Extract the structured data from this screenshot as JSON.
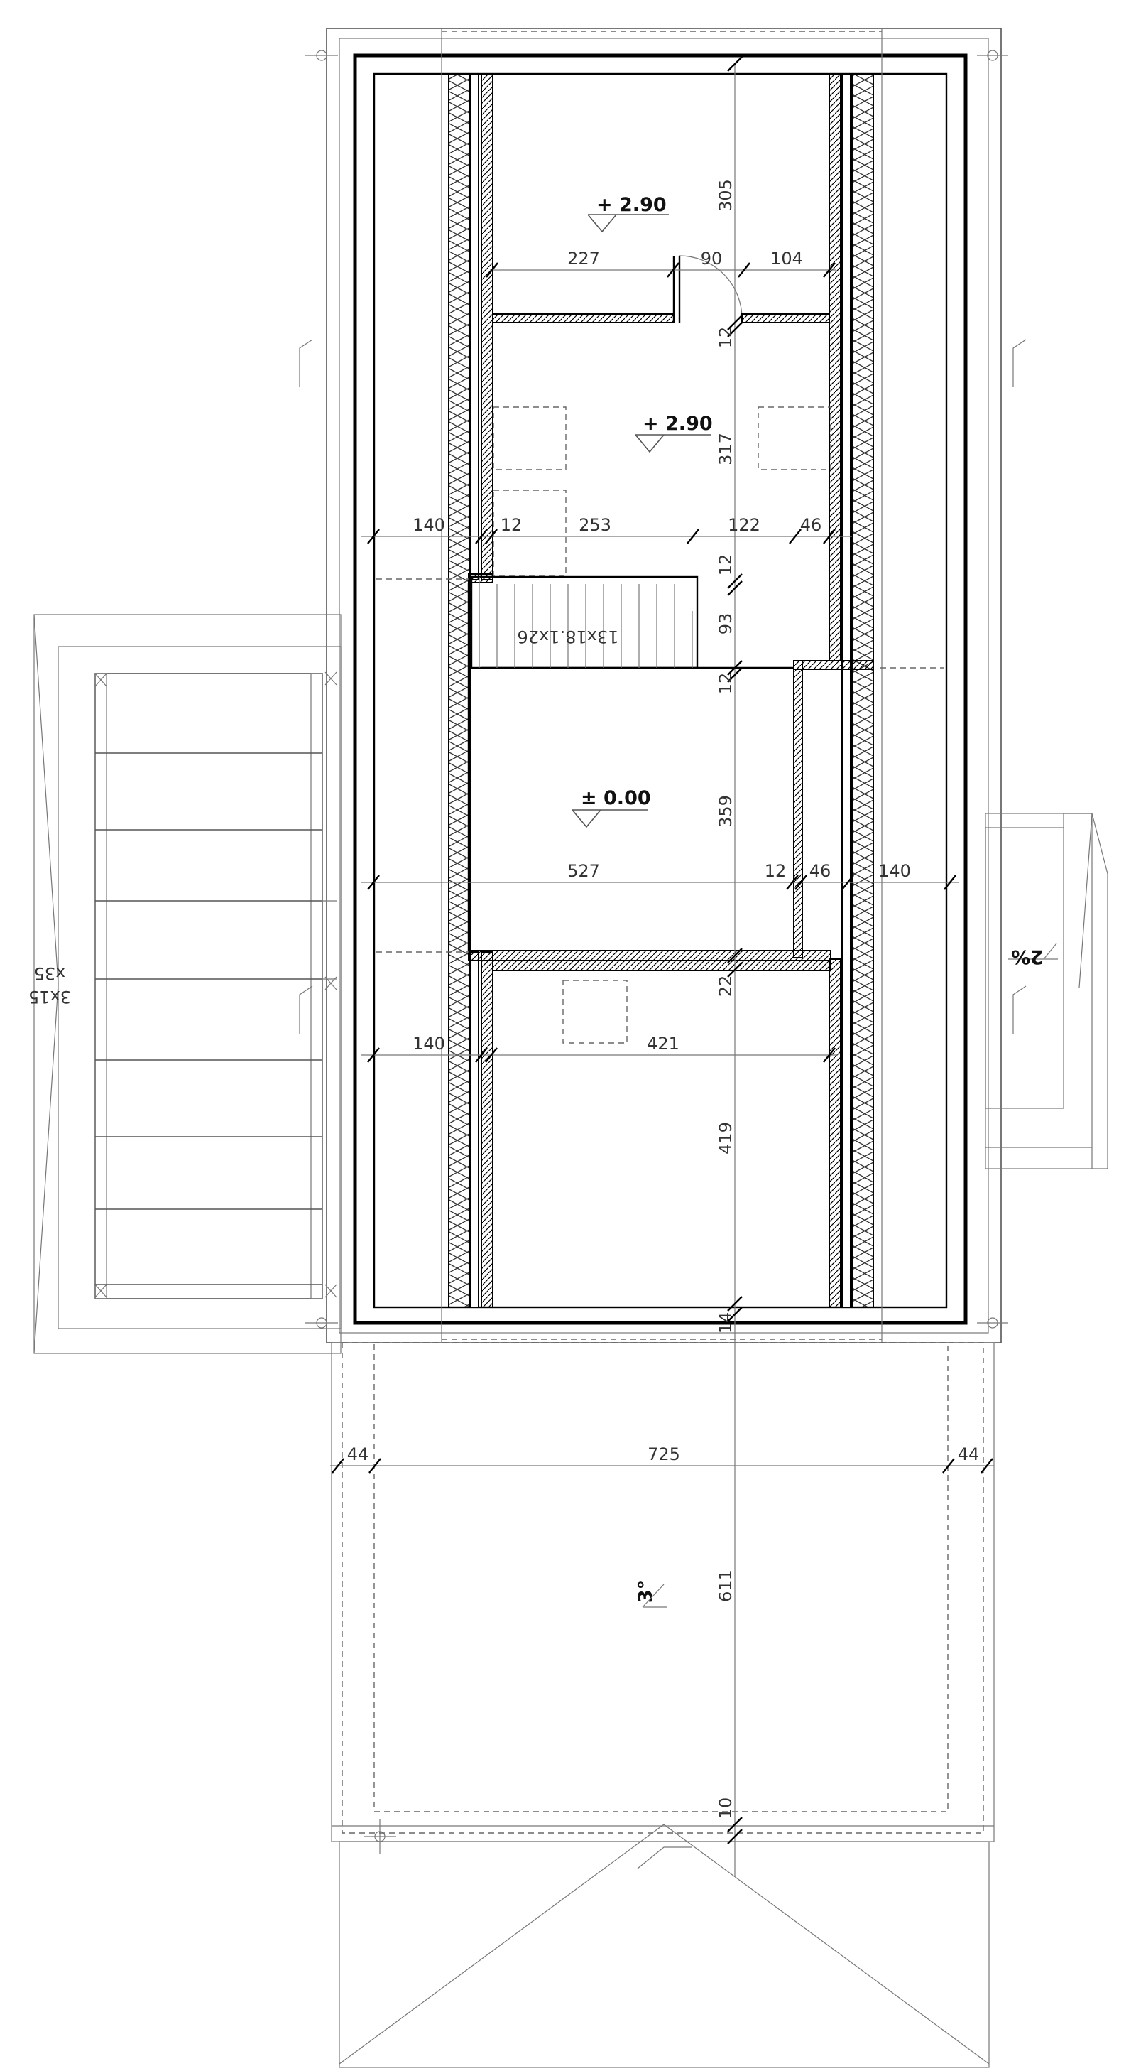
{
  "levels": {
    "top_room": "+ 2.90",
    "middle_room": "+ 2.90",
    "ground": "± 0.00"
  },
  "stair_spec": "13x18.1x26",
  "external_stair_spec": {
    "line1": "3x15",
    "line2": "x35"
  },
  "slopes": {
    "right_annex": "2%",
    "terrace": "3°"
  },
  "dimensions": {
    "d305": "305",
    "d227": "227",
    "d90": "90",
    "d104": "104",
    "d12a": "12",
    "d317": "317",
    "d140a": "140",
    "d12b": "12",
    "d253": "253",
    "d122": "122",
    "d46a": "46",
    "d12c": "12",
    "d93": "93",
    "d12d": "12",
    "d359": "359",
    "d527": "527",
    "d12e": "12",
    "d46b": "46",
    "d140b": "140",
    "d22": "22",
    "d140c": "140",
    "d421": "421",
    "d419": "419",
    "d14": "14",
    "d44a": "44",
    "d725": "725",
    "d44b": "44",
    "d611": "611",
    "d10": "10"
  },
  "colors": {
    "line": "#555555",
    "wall": "#000000",
    "background": "#ffffff"
  }
}
